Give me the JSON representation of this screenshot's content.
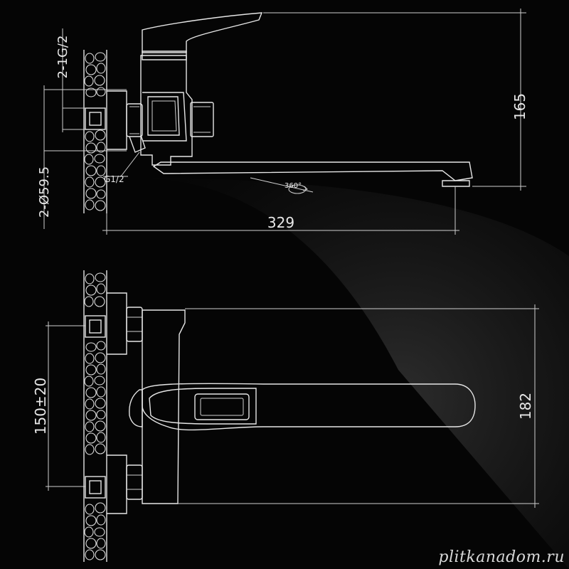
{
  "labels": {
    "thread_top": "2-1G/2",
    "diameter": "2-Ø59.5",
    "thread_inlet": "G1/2",
    "rotation": "360°",
    "height": "165",
    "spout_length": "329",
    "centers": "150±20",
    "body_depth": "182"
  },
  "watermark": "plitkanadom.ru",
  "colors": {
    "background": "#050505",
    "line": "#e6e6e6"
  }
}
